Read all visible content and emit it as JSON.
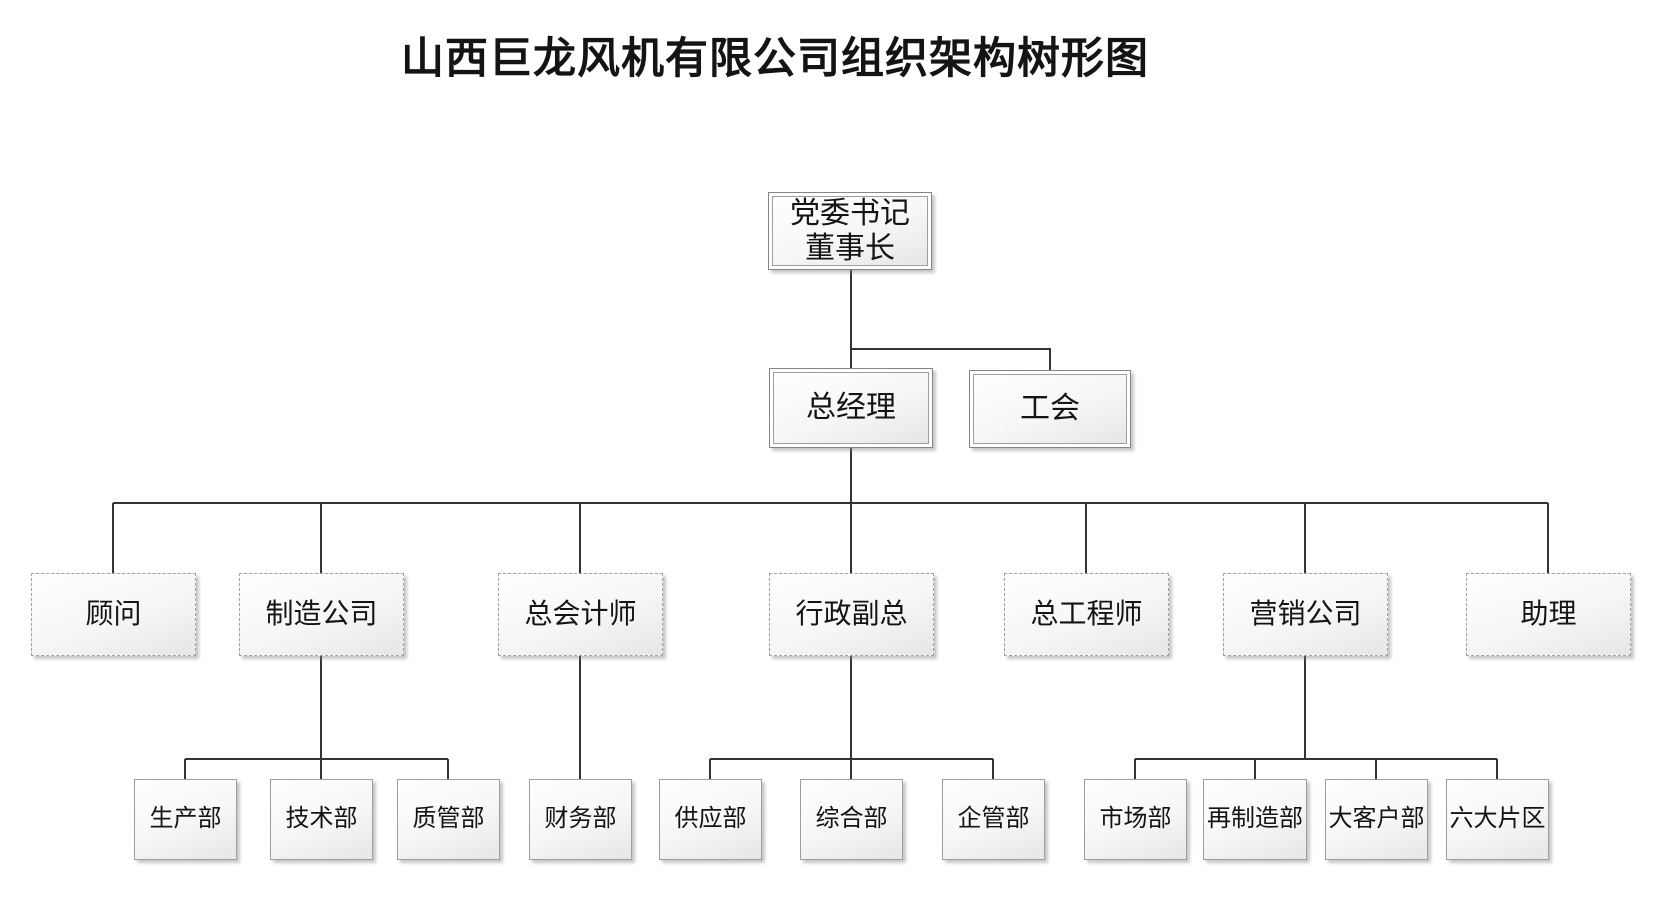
{
  "title": "山西巨龙风机有限公司组织架构树形图",
  "colors": {
    "line_color": "#343434",
    "border_solid": "#858585",
    "border_inner": "#9e9e9e",
    "border_dashed": "#a2a2a2",
    "fill_top": "#ffffff",
    "fill_bottom": "#e6e6e6",
    "text_color": "#141414"
  },
  "nodes": {
    "chairman": {
      "label": "党委书记\n董事长"
    },
    "general_manager": {
      "label": "总经理"
    },
    "labor_union": {
      "label": "工会"
    },
    "advisor": {
      "label": "顾问"
    },
    "manufacturing_company": {
      "label": "制造公司"
    },
    "chief_accountant": {
      "label": "总会计师"
    },
    "admin_vice_president": {
      "label": "行政副总"
    },
    "chief_engineer": {
      "label": "总工程师"
    },
    "marketing_company": {
      "label": "营销公司"
    },
    "assistant": {
      "label": "助理"
    },
    "production_dept": {
      "label": "生产部"
    },
    "technology_dept": {
      "label": "技术部"
    },
    "quality_dept": {
      "label": "质管部"
    },
    "finance_dept": {
      "label": "财务部"
    },
    "supply_dept": {
      "label": "供应部"
    },
    "general_affairs_dept": {
      "label": "综合部"
    },
    "enterprise_mgmt_dept": {
      "label": "企管部"
    },
    "market_dept": {
      "label": "市场部"
    },
    "remanufacturing_dept": {
      "label": "再制造部"
    },
    "key_account_dept": {
      "label": "大客户部"
    },
    "six_regions": {
      "label": "六大片区"
    }
  }
}
